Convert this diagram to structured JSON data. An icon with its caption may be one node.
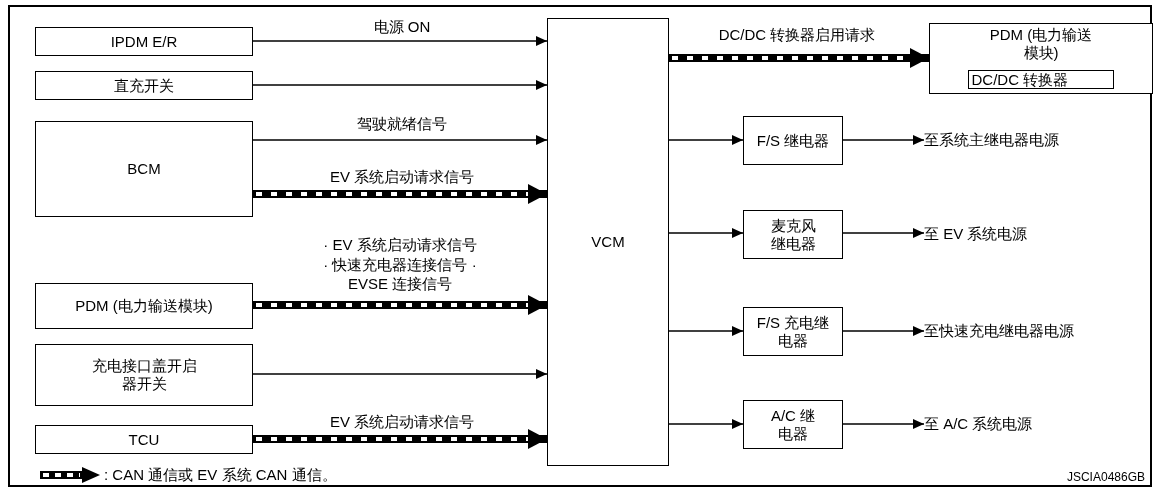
{
  "diagram": {
    "nodes": [
      {
        "text": [
          "IPDM E/R"
        ]
      },
      {
        "text": [
          "直充开关"
        ]
      },
      {
        "text": [
          "BCM"
        ]
      },
      {
        "text": [
          "PDM (电力输送模块)"
        ]
      },
      {
        "text": [
          "充电接口盖开启器开关"
        ]
      },
      {
        "text": [
          "TCU"
        ]
      },
      {
        "text": [
          "VCM"
        ]
      },
      {
        "text": [
          "PDM (电力输送模块)"
        ]
      },
      {
        "text": [
          "DC/DC 转换器"
        ],
        "in": 7
      },
      {
        "text": [
          "F/S 继电器"
        ]
      },
      {
        "text": [
          "麦克风继电器"
        ]
      },
      {
        "text": [
          "F/S 充电继电器"
        ]
      },
      {
        "text": [
          "A/C 继电器"
        ]
      },
      {
        "text": [
          "至系统主继电器电源"
        ]
      },
      {
        "text": [
          "至 EV 系统电源"
        ]
      },
      {
        "text": [
          "至快速充电继电器电源"
        ]
      },
      {
        "text": [
          "至 A/C 系统电源"
        ]
      }
    ],
    "edges": [
      {
        "from": 0,
        "to": 6,
        "arrow": "to",
        "label": "电源 ON"
      },
      {
        "from": 1,
        "to": 6,
        "arrow": "to"
      },
      {
        "from": 2,
        "to": 6,
        "arrow": "to",
        "label": "驾驶就绪信号"
      },
      {
        "from": 2,
        "to": 6,
        "arrow": "to",
        "label": "EV 系统启动请求信号",
        "style": "thick"
      },
      {
        "from": 3,
        "to": 6,
        "arrow": "to",
        "label": "· EV 系统启动请求信号 · 快速充电器连接信号 · EVSE 连接信号",
        "style": "thick"
      },
      {
        "from": 4,
        "to": 6,
        "arrow": "to"
      },
      {
        "from": 5,
        "to": 6,
        "arrow": "to",
        "label": "EV 系统启动请求信号",
        "style": "thick"
      },
      {
        "from": 6,
        "to": 7,
        "arrow": "to",
        "label": "DC/DC 转换器启用请求",
        "style": "thick"
      },
      {
        "from": 6,
        "to": 9,
        "arrow": "to"
      },
      {
        "from": 9,
        "to": 13,
        "arrow": "to"
      },
      {
        "from": 6,
        "to": 10,
        "arrow": "to"
      },
      {
        "from": 10,
        "to": 14,
        "arrow": "to"
      },
      {
        "from": 6,
        "to": 11,
        "arrow": "to"
      },
      {
        "from": 11,
        "to": 15,
        "arrow": "to"
      },
      {
        "from": 6,
        "to": 12,
        "arrow": "to"
      },
      {
        "from": 12,
        "to": 16,
        "arrow": "to"
      }
    ],
    "labels": [
      "JSCIA0486GB"
    ],
    "legend": [
      {
        "text": ": CAN 通信或 EV 系统 CAN 通信。"
      }
    ]
  }
}
